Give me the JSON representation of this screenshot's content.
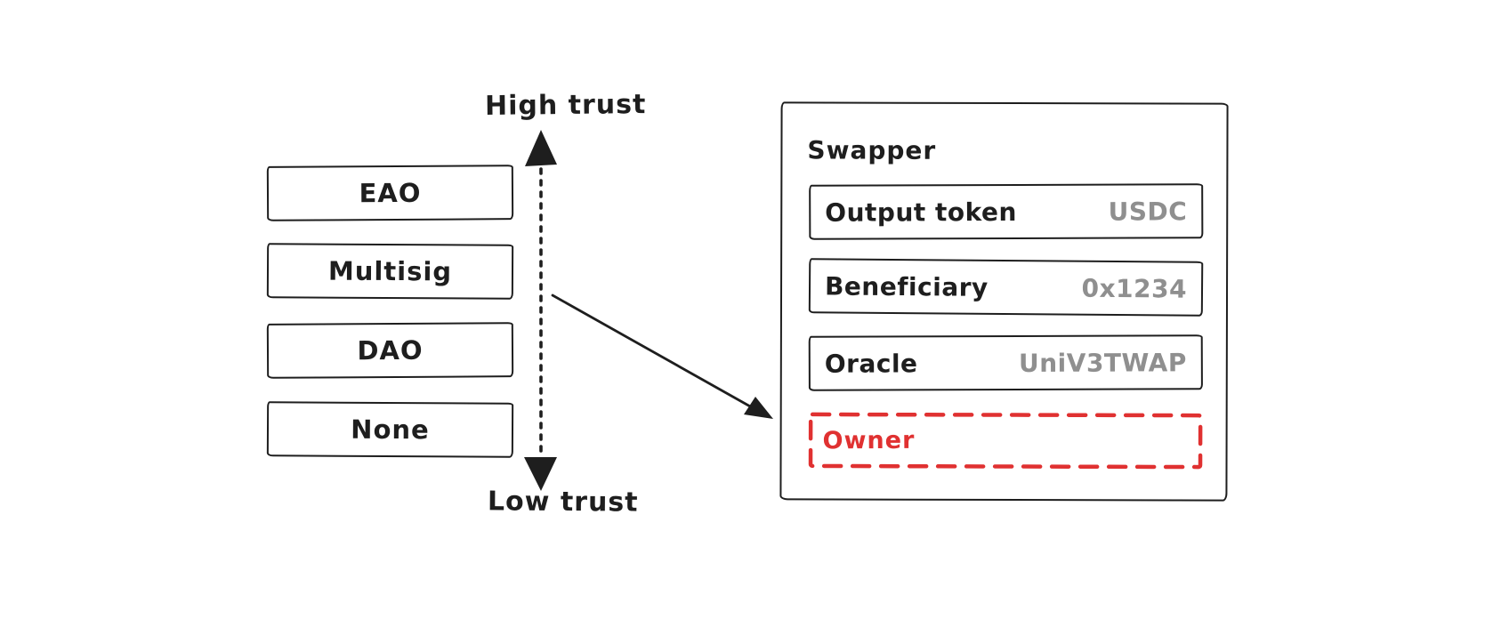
{
  "colors": {
    "stroke": "#1e1e1e",
    "value_text": "#8f8f8f",
    "owner_red": "#e03131",
    "background": "#ffffff"
  },
  "trust_axis": {
    "high_label": "High trust",
    "low_label": "Low trust"
  },
  "trust_levels": [
    {
      "label": "EAO"
    },
    {
      "label": "Multisig"
    },
    {
      "label": "DAO"
    },
    {
      "label": "None"
    }
  ],
  "swapper": {
    "title": "Swapper",
    "fields": [
      {
        "label": "Output token",
        "value": "USDC"
      },
      {
        "label": "Beneficiary",
        "value": "0x1234"
      },
      {
        "label": "Oracle",
        "value": "UniV3TWAP"
      }
    ],
    "owner": {
      "label": "Owner"
    }
  }
}
